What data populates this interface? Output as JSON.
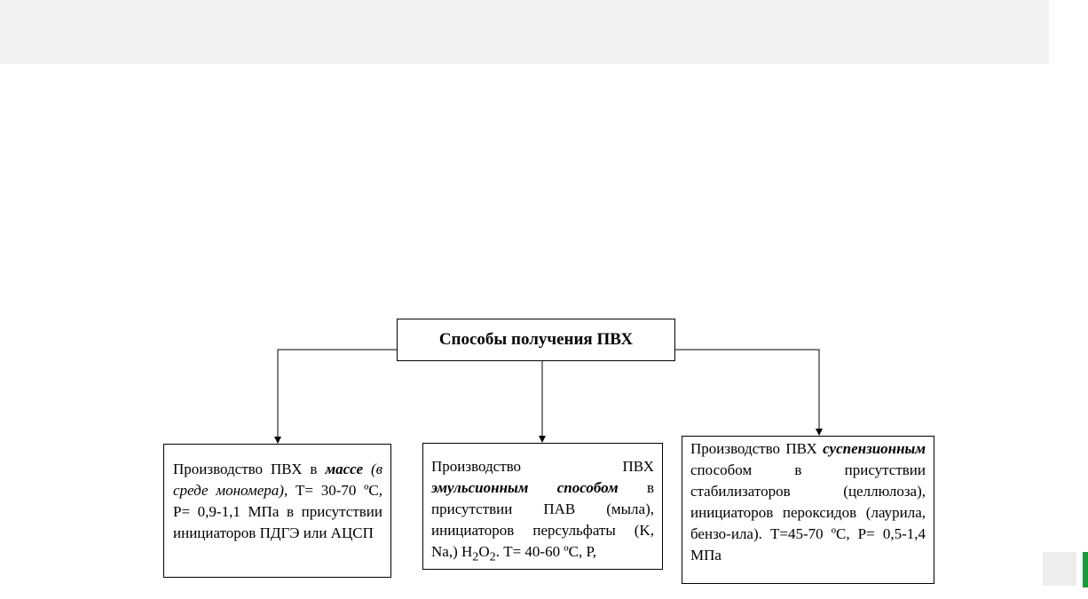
{
  "diagram": {
    "root": {
      "label": "Способы получения ПВХ"
    },
    "methods": [
      {
        "id": "mass",
        "parts": [
          {
            "text": "Производство ПВХ в ",
            "style": "normal"
          },
          {
            "text": "массе",
            "style": "bold-italic"
          },
          {
            "text": " ",
            "style": "normal"
          },
          {
            "text": "(в среде мономера)",
            "style": "italic"
          },
          {
            "text": ", Т= 30-70 ºС, Р= 0,9-1,1 МПа в присутствии инициаторов ПДГЭ или АЦСП",
            "style": "normal"
          }
        ]
      },
      {
        "id": "emulsion",
        "parts": [
          {
            "text": "Производство ПВХ ",
            "style": "normal"
          },
          {
            "text": "эмульсионным способом",
            "style": "bold-italic"
          },
          {
            "text": " в присутствии ПАВ (мыла), инициаторов персульфаты (K, Na,) H",
            "style": "normal"
          },
          {
            "text": "2",
            "style": "sub"
          },
          {
            "text": "O",
            "style": "normal"
          },
          {
            "text": "2",
            "style": "sub"
          },
          {
            "text": ". Т= 40-60 ºС, Р,",
            "style": "normal"
          }
        ]
      },
      {
        "id": "suspension",
        "parts": [
          {
            "text": "Производство ПВХ ",
            "style": "normal"
          },
          {
            "text": "суспензионным",
            "style": "bold-italic"
          },
          {
            "text": " способом в присутствии стабилизаторов (целлюлоза), инициаторов пероксидов (лаурила, бензо-ила). Т=45-70 ºС, Р= 0,5-1,4 МПа",
            "style": "normal"
          }
        ]
      }
    ]
  },
  "colors": {
    "top_band": "#f2f2f2",
    "accent_green": "#1a9a3c",
    "corner_gray": "#ededed"
  }
}
